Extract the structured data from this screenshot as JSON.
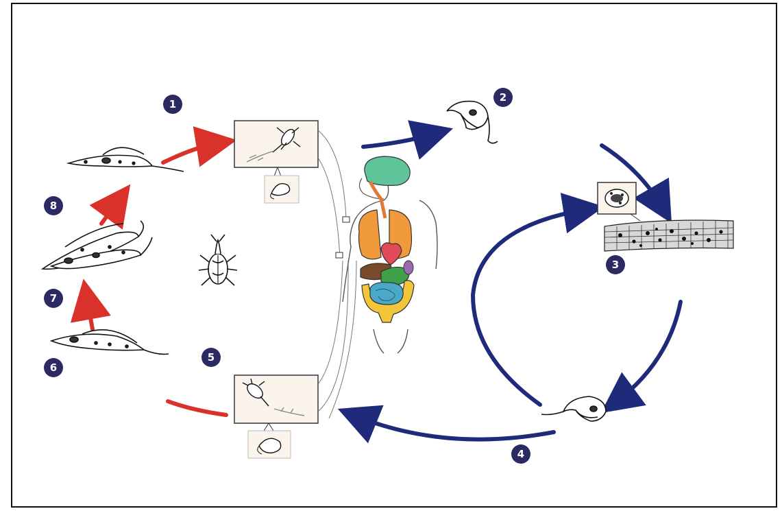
{
  "diagram": {
    "steps": [
      {
        "id": 1,
        "label": "1"
      },
      {
        "id": 2,
        "label": "2"
      },
      {
        "id": 3,
        "label": "3"
      },
      {
        "id": 4,
        "label": "4"
      },
      {
        "id": 5,
        "label": "5"
      },
      {
        "id": 6,
        "label": "6"
      },
      {
        "id": 7,
        "label": "7"
      },
      {
        "id": 8,
        "label": "8"
      }
    ],
    "colors": {
      "host_cycle_arrow": "#1f2a7a",
      "vector_cycle_arrow": "#d9322b",
      "step_marker": "#2b2a63",
      "brain": "#5fc49a",
      "lungs": "#f19a3b",
      "heart": "#e24a5a",
      "liver": "#7a4a2a",
      "stomach": "#3fa24a",
      "intestine": "#4aa8c8",
      "large_intestine": "#f2c53a",
      "kidney": "#9b6bb0"
    },
    "icons": [
      "trypomastigote-icon",
      "triatomine-bug-icon",
      "human-body-icon",
      "muscle-tissue-icon",
      "amastigote-cell-icon"
    ]
  }
}
